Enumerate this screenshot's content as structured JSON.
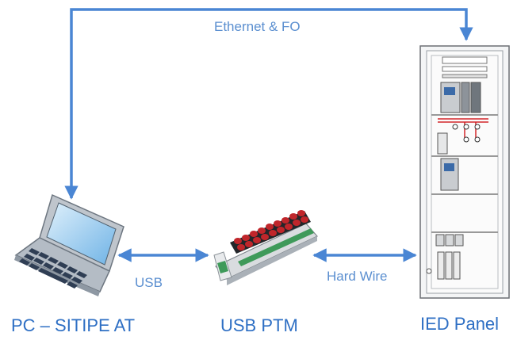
{
  "edges": {
    "ethernet_fo": "Ethernet & FO",
    "usb": "USB",
    "hard_wire": "Hard Wire"
  },
  "nodes": {
    "pc": "PC – SITIPE AT",
    "ptm": "USB PTM",
    "ied": "IED Panel"
  },
  "colors": {
    "arrow": "#4a86d4",
    "node_text": "#2e6fc4",
    "edge_text": "#5b8fd0"
  },
  "icons": [
    "laptop-icon",
    "usb-ptm-device-icon",
    "ied-panel-icon"
  ]
}
